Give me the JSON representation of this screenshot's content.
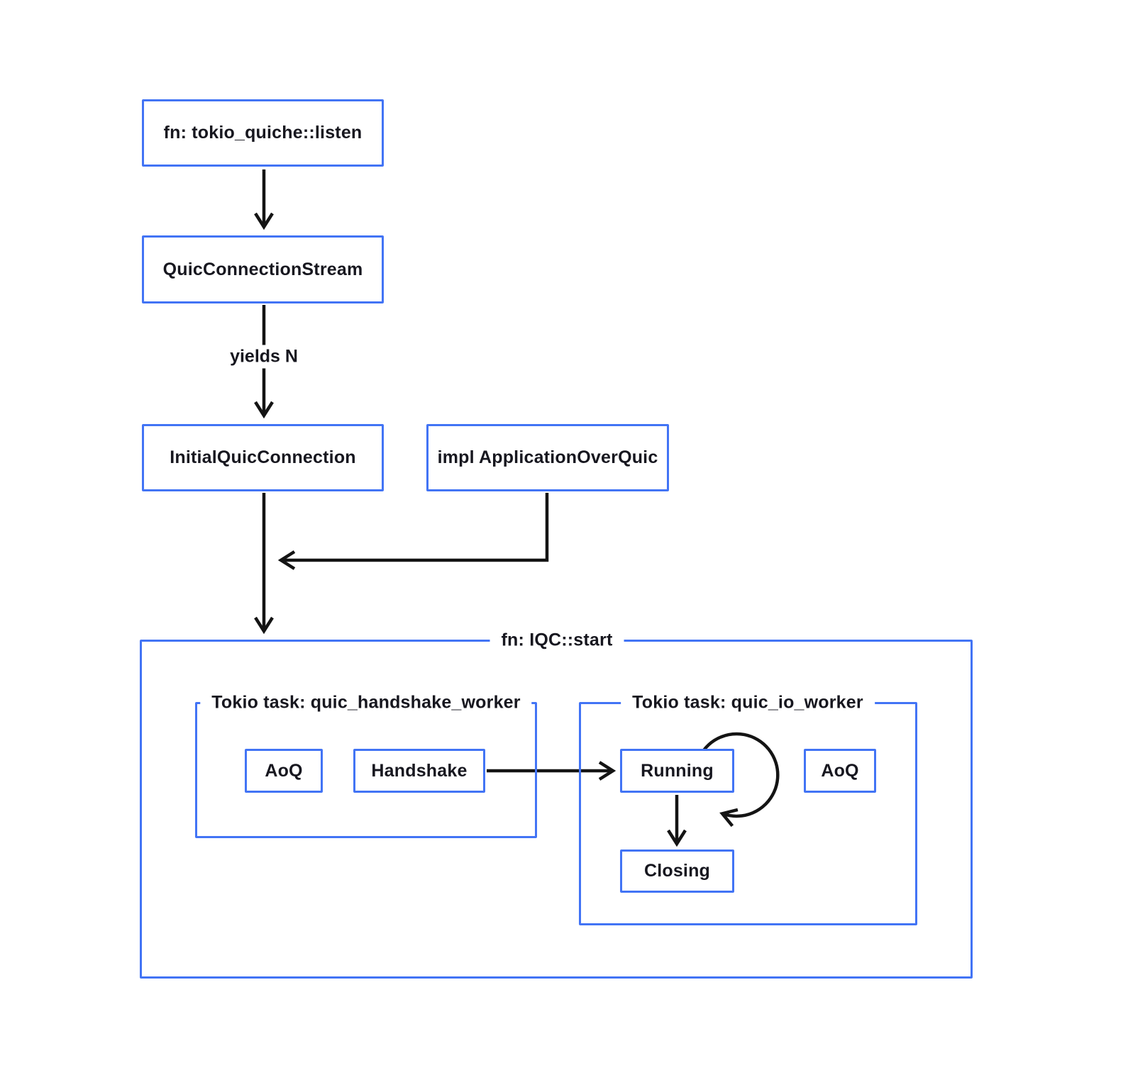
{
  "colors": {
    "box_border": "#4274f5",
    "arrow": "#141414",
    "text": "#17171f",
    "background": "#ffffff"
  },
  "diagram": {
    "nodes": {
      "listen": "fn: tokio_quiche::listen",
      "quic_connection_stream": "QuicConnectionStream",
      "initial_quic_connection": "InitialQuicConnection",
      "impl_application_over_quic": "impl ApplicationOverQuic",
      "aoq_handshake": "AoQ",
      "handshake": "Handshake",
      "running": "Running",
      "aoq_io": "AoQ",
      "closing": "Closing"
    },
    "containers": {
      "iqc_start": "fn: IQC::start",
      "handshake_worker": "Tokio task: quic_handshake_worker",
      "io_worker": "Tokio task: quic_io_worker"
    },
    "edge_labels": {
      "yields_n": "yields N"
    }
  }
}
